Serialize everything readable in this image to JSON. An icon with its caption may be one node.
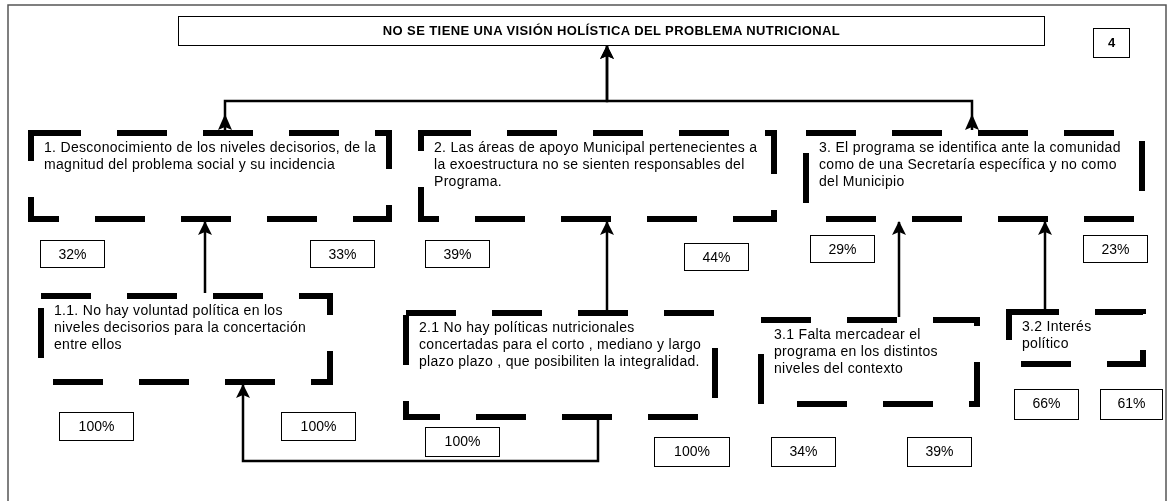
{
  "diagram": {
    "nodes": [
      {
        "text": [
          "NO SE TIENE UNA VISIÓN HOLÍSTICA  DEL PROBLEMA  NUTRICIONAL"
        ]
      },
      {
        "text": [
          "4"
        ]
      },
      {
        "text": [
          "1. Desconocimiento de los niveles decisorios, de la magnitud del problema social y su incidencia"
        ]
      },
      {
        "text": [
          "2. Las áreas de apoyo Municipal pertenecientes a la exoestructura  no se sienten responsables del Programa."
        ]
      },
      {
        "text": [
          "3. El programa se identifica ante la comunidad como de una Secretaría específica y no como del Municipio"
        ]
      },
      {
        "text": [
          "32%"
        ]
      },
      {
        "text": [
          "33%"
        ]
      },
      {
        "text": [
          "39%"
        ]
      },
      {
        "text": [
          "44%"
        ]
      },
      {
        "text": [
          "29%"
        ]
      },
      {
        "text": [
          "23%"
        ]
      },
      {
        "text": [
          "1.1. No hay  voluntad política en los niveles decisorios para la concertación entre ellos"
        ]
      },
      {
        "text": [
          "2.1 No hay políticas nutricionales concertadas  para el  corto , mediano y largo plazo plazo , que posibiliten la integralidad."
        ]
      },
      {
        "text": [
          "3.1 Falta mercadear el programa en los distintos niveles del contexto"
        ]
      },
      {
        "text": [
          "3.2 Interés político"
        ]
      },
      {
        "text": [
          "66%"
        ]
      },
      {
        "text": [
          "61%"
        ]
      },
      {
        "text": [
          "100%"
        ]
      },
      {
        "text": [
          "100%"
        ]
      },
      {
        "text": [
          "100%"
        ]
      },
      {
        "text": [
          "100%"
        ]
      },
      {
        "text": [
          "34%"
        ]
      },
      {
        "text": [
          "39%"
        ]
      }
    ],
    "edges": [
      {
        "from": 2,
        "to": 0,
        "arrow": "to"
      },
      {
        "from": 4,
        "to": 0,
        "arrow": "to"
      },
      {
        "from": 11,
        "to": 2,
        "arrow": "to"
      },
      {
        "from": 12,
        "to": 3,
        "arrow": "to"
      },
      {
        "from": 13,
        "to": 4,
        "arrow": "to"
      },
      {
        "from": 14,
        "to": 4,
        "arrow": "to"
      },
      {
        "from": 12,
        "to": 11,
        "arrow": "to"
      }
    ]
  }
}
